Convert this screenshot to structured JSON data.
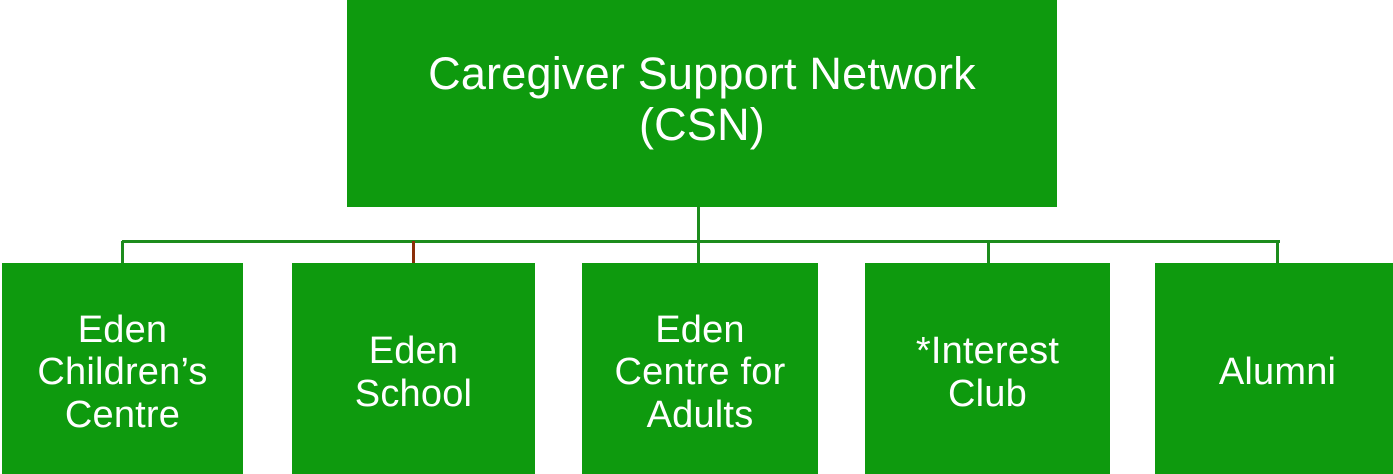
{
  "diagram": {
    "type": "organizational-chart",
    "orientation": "top-down",
    "background_color": "#ffffff",
    "node_fill_color": "#0e9a0e",
    "node_text_color": "#ffffff",
    "connector_color": "#1d8c1d",
    "accent_connector_color": "#8b2f08",
    "root": {
      "id": "csn",
      "label": "Caregiver Support Network\n(CSN)",
      "label_line_1": "Caregiver Support Network",
      "label_line_2": "(CSN)",
      "abbreviation": "CSN"
    },
    "children": [
      {
        "id": "eden-childrens-centre",
        "label": "Eden\nChildren’s\nCentre",
        "connector_color": "#1d8c1d"
      },
      {
        "id": "eden-school",
        "label": "Eden\nSchool",
        "connector_color": "#8b2f08"
      },
      {
        "id": "eden-centre-for-adults",
        "label": "Eden\nCentre for\nAdults",
        "connector_color": "#1d8c1d"
      },
      {
        "id": "interest-club",
        "label": "*Interest\nClub",
        "connector_color": "#1d8c1d"
      },
      {
        "id": "alumni",
        "label": "Alumni",
        "connector_color": "#1d8c1d"
      }
    ]
  }
}
